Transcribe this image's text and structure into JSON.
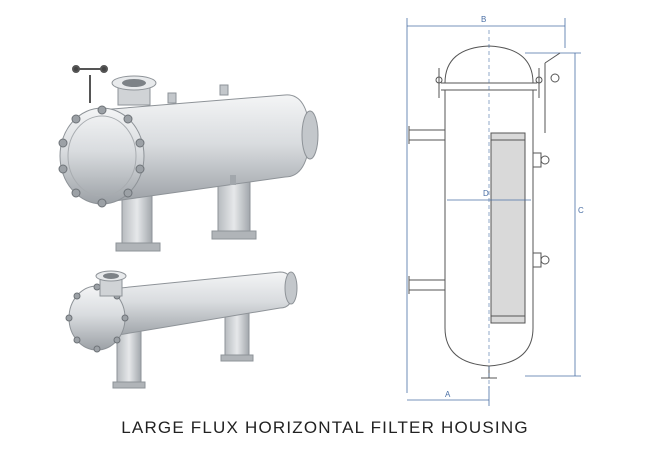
{
  "caption": "LARGE FLUX HORIZONTAL FILTER HOUSING",
  "dimensions": {
    "a": "A",
    "b": "B",
    "c": "C",
    "d": "D"
  },
  "colors": {
    "steel_light": "#e4e6e8",
    "steel_mid": "#c3c7cb",
    "steel_dark": "#8e9398",
    "line": "#555555",
    "dim_line": "#4a6fa5",
    "cartridge": "#d9d9d9"
  }
}
